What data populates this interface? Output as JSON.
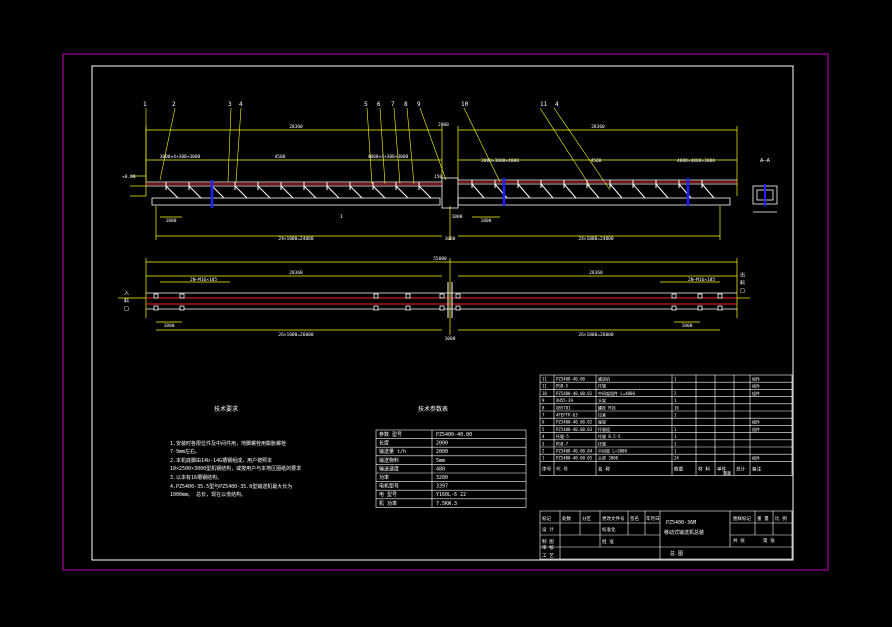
{
  "colors": {
    "background": "#000000",
    "sheet_border": "#c000c0",
    "frame": "#ffffff",
    "dimension": "#ffff00",
    "conveyor": "#ffffff",
    "centerline": "#ff2020",
    "roller_blue": "#2020ff",
    "table_text": "#ffffff"
  },
  "front_view": {
    "part_balloons": [
      "1",
      "2",
      "3",
      "4",
      "5",
      "6",
      "7",
      "8",
      "9",
      "10",
      "11",
      "4"
    ],
    "dim_upper": "28360",
    "dim_right": "28360",
    "dim_left_segments": "3000×4+300+3000",
    "dim_mid_left": "4500",
    "dim_mid_segments": "4000×4+300+3000",
    "dim_right_segments_a": "3000×3000×4000",
    "dim_right_mid": "4500",
    "dim_right_segments_b": "4000×4000×3000",
    "dim_small_left": "1800",
    "dim_small_right": "1800",
    "dim_bottom_left": "24×1000=24000",
    "dim_bottom_right": "24×1000=24000",
    "dim_center_a": "1000",
    "dim_center_b": "1000",
    "elev_left": "+0.00",
    "elev_mid": "150",
    "note_top_mid": "2000",
    "marker_i": "I",
    "section_label": "A—A"
  },
  "plan_view": {
    "dim_total": "55000",
    "dim_left": "28360",
    "dim_right": "28360",
    "callout_left": "2N—M16×185",
    "callout_right": "2N—M16×185",
    "dim_small_left": "1800",
    "dim_small_right": "1800",
    "dim_bottom_left": "26×1000=26000",
    "dim_bottom_mid": "1000",
    "dim_bottom_right": "26×1000=26000",
    "label_left": "入 料 口",
    "label_right": "出 料 口"
  },
  "notes": {
    "heading": "技术要求",
    "lines": [
      "1.安装时各限位件及中间件用，地脚螺栓用膨胀螺栓",
      "  7-9mm左右。",
      "2.本机底脚由14b-14G槽钢组成，用户按照本",
      "10×2500×3000型机钢结构，或按用户与本地区图纸的要求",
      "3.以本有16槽钢结构。",
      "4.PZ5400-35.5型与PZ5400-35.0型输送机最大长为",
      "  1000mm。         总长，现在以低结构。"
    ]
  },
  "params": {
    "heading": "技术参数表",
    "rows": [
      [
        "参数   型号",
        "PZ5400-40.00"
      ],
      [
        "长度",
        "2000"
      ],
      [
        "输送量 t/h",
        "2000"
      ],
      [
        "输送物料",
        "5mm"
      ],
      [
        "输送速度",
        "480"
      ],
      [
        "功率",
        "3200"
      ],
      [
        "电机型号",
        "3397"
      ],
      [
        "电   型号",
        "Y160L-6  22"
      ],
      [
        "机   功率",
        "7.5KW.3"
      ]
    ]
  },
  "bom": {
    "rows": [
      [
        "11",
        "PZ5400-40.00",
        "输送机",
        "1",
        "",
        "组件"
      ],
      [
        "11",
        "PGB-5",
        "托辊",
        "",
        "",
        "组件"
      ],
      [
        "10",
        "PZ5400-40.00.01",
        "中间架组件  L=4000",
        "2",
        "",
        "组件"
      ],
      [
        "9",
        "XH55-39",
        "头架",
        "1",
        "",
        ""
      ],
      [
        "8",
        "GB5781",
        "螺栓  M16",
        "16",
        "",
        ""
      ],
      [
        "7",
        "4FEFTP-63",
        "拉紧",
        "1",
        "",
        ""
      ],
      [
        "6",
        "PZ5400-40.00.02",
        "尾架",
        "",
        "",
        "组件"
      ],
      [
        "5",
        "PZ5400-40.00.03",
        "托辊组",
        "1",
        "",
        "组件"
      ],
      [
        "4",
        "托辊-5",
        "托辊  B.5-5",
        "1",
        "",
        ""
      ],
      [
        "3",
        "PGB-7",
        "托辊",
        "1",
        "",
        ""
      ],
      [
        "2",
        "PZ5400-40.00.04",
        "中间架  L=3000",
        "1",
        "",
        ""
      ],
      [
        "1",
        "PZ5400-40.00.05",
        "头部  3000",
        "24",
        "",
        "组件"
      ]
    ],
    "header": [
      "序号",
      "代  号",
      "名     称",
      "数量",
      "材 料",
      "单件",
      "总计",
      "备注"
    ],
    "header_sub": "重量"
  },
  "title_block": {
    "row1": [
      "标记",
      "处数",
      "分区",
      "更改文件号",
      "签名",
      "年月日"
    ],
    "designer": "设 计",
    "std": "标准化",
    "drawer": "制 图",
    "checker": "审 核",
    "approver": "批 准",
    "process": "工 艺",
    "drawing_no": "PZ5400-36M",
    "drawing_name": "移动式输送机总装",
    "stage_label": "图样标记",
    "weight_label": "重 量",
    "scale_label": "比 例",
    "sheet_label": "共  张",
    "sheet_of": "第  张",
    "assembly": "总 图"
  }
}
